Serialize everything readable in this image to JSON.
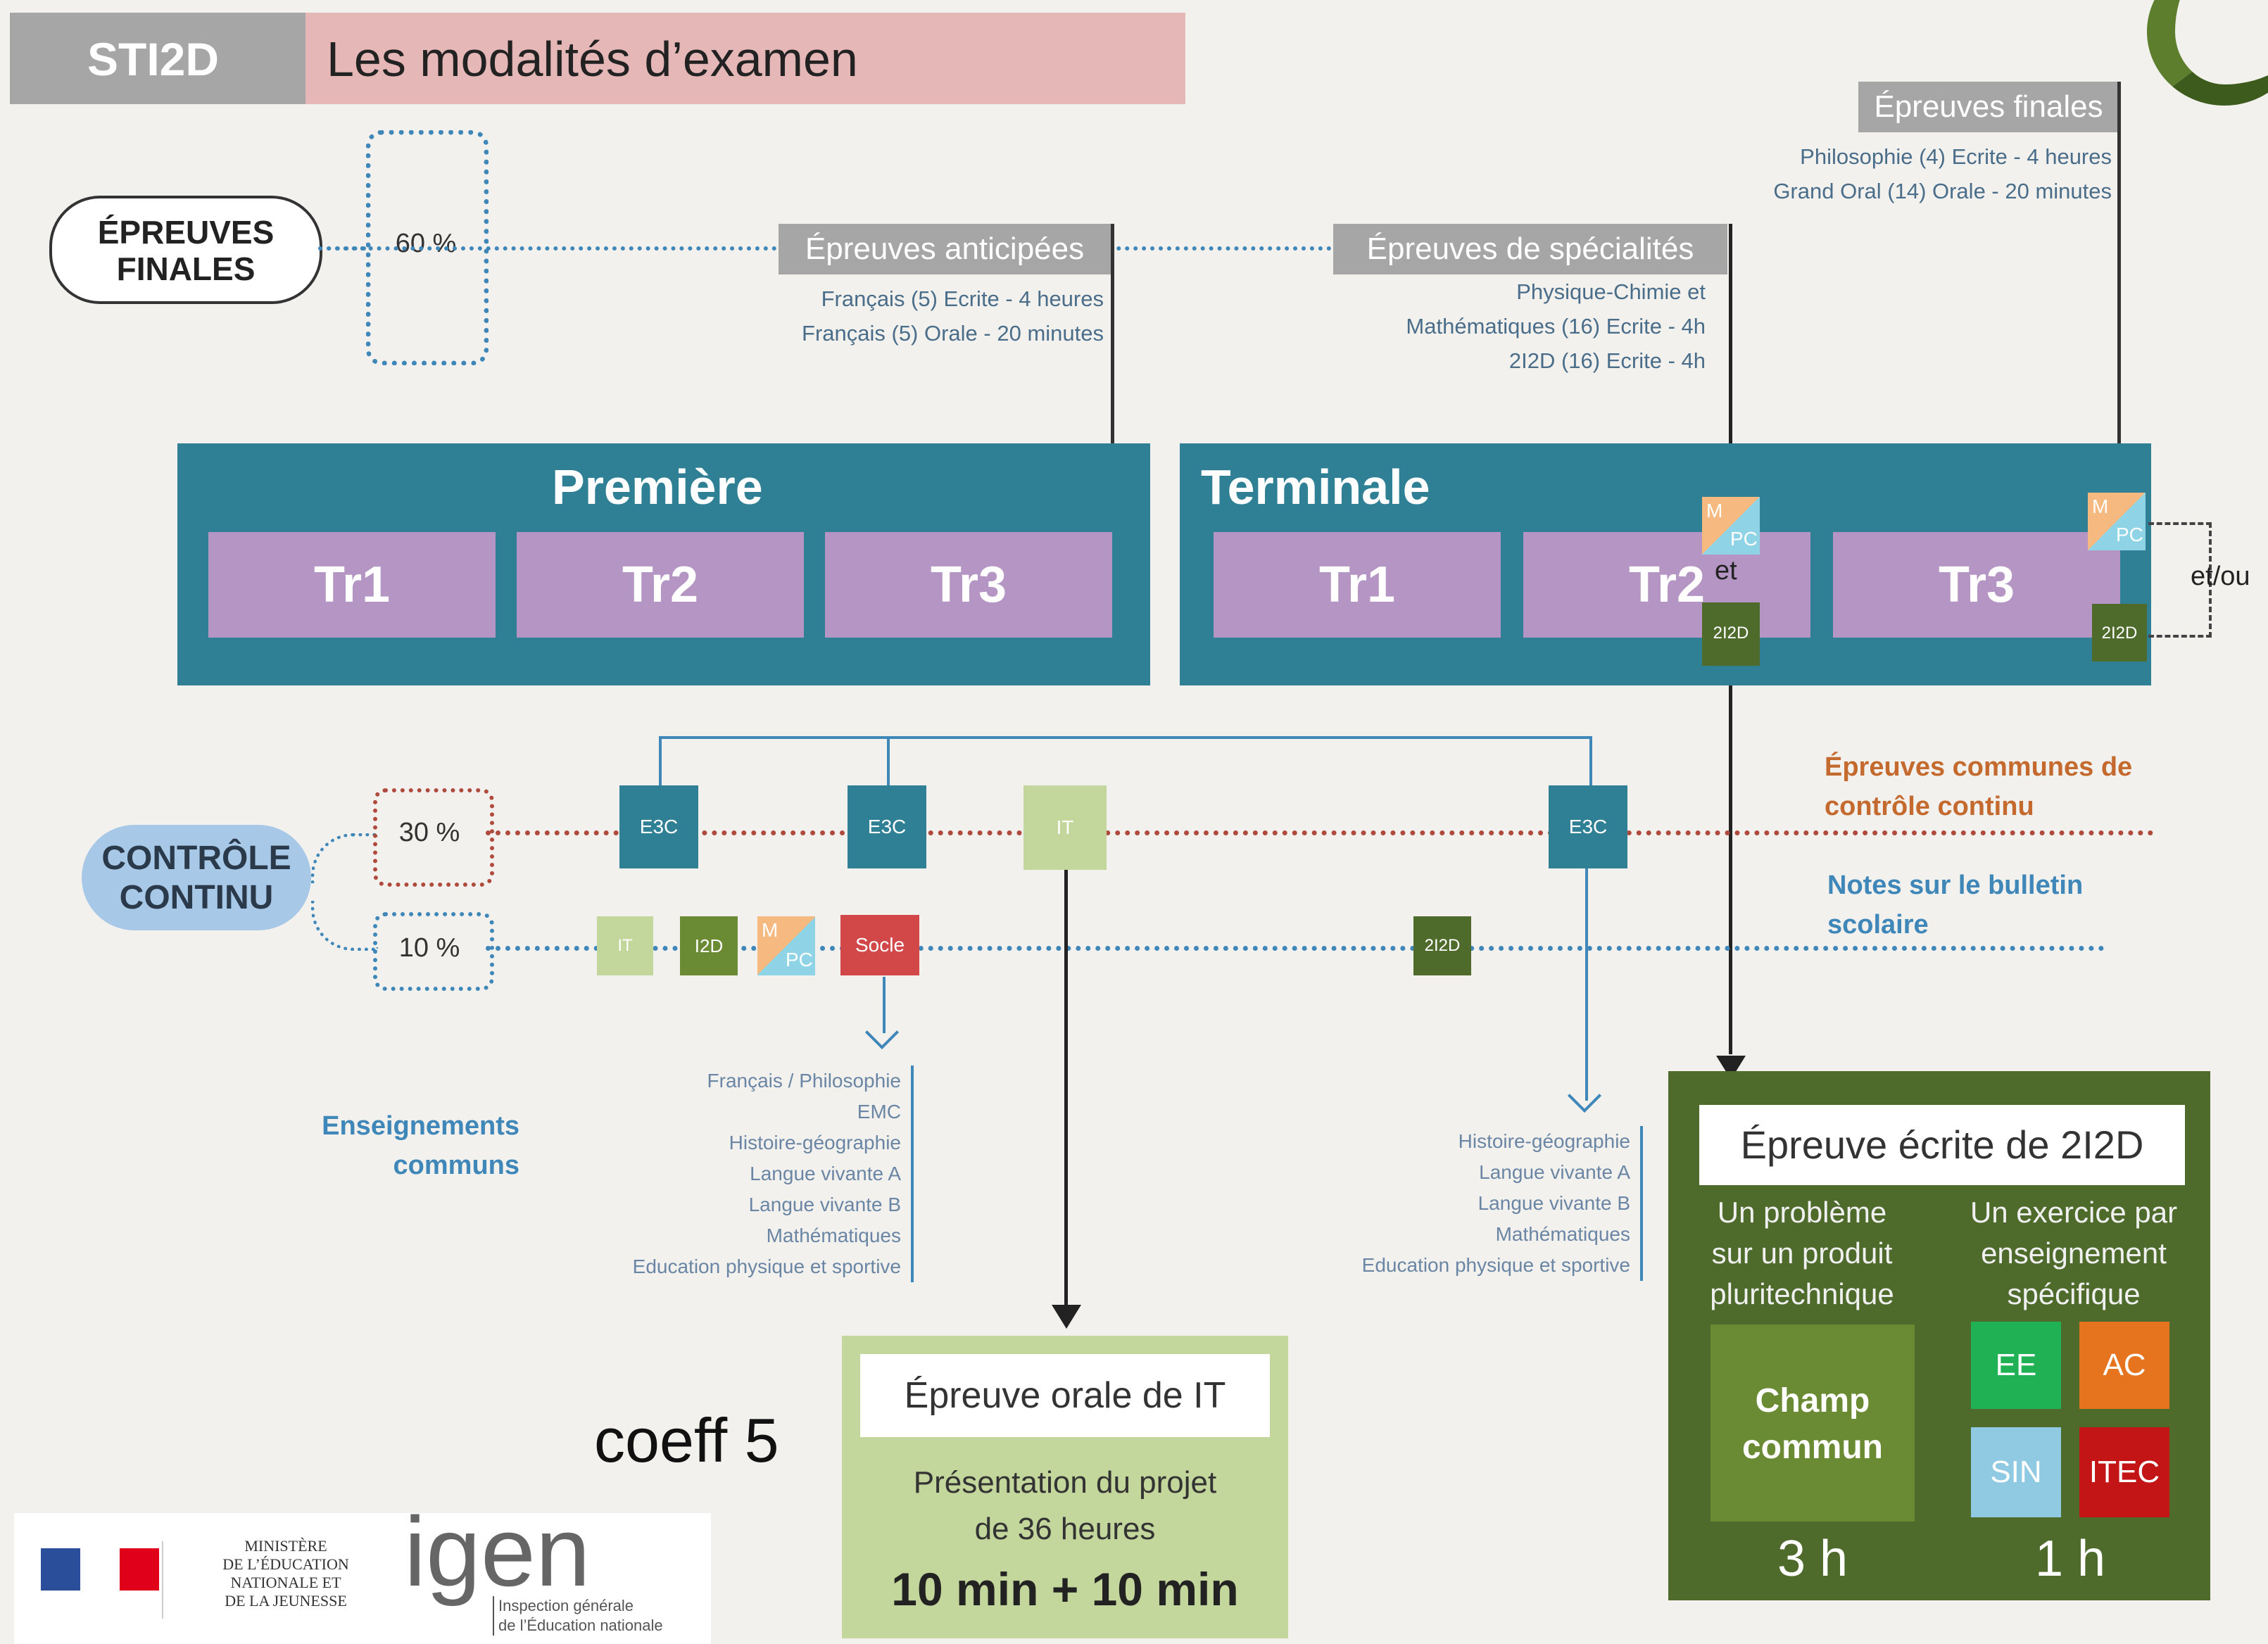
{
  "header": {
    "tag": "STI2D",
    "title": "Les modalités d’examen"
  },
  "epreuves_finales_left": {
    "label_line1": "ÉPREUVES",
    "label_line2": "FINALES",
    "pct": "60 %"
  },
  "anticipees": {
    "title": "Épreuves anticipées",
    "line1": "Français (5) Ecrite - 4 heures",
    "line2": "Français (5) Orale - 20 minutes"
  },
  "specialites": {
    "title": "Épreuves de spécialités",
    "line1": "Physique-Chimie et",
    "line2": "Mathématiques (16) Ecrite - 4h",
    "line3": "2I2D (16) Ecrite - 4h"
  },
  "finales_right": {
    "title": "Épreuves finales",
    "line1": "Philosophie (4) Ecrite - 4 heures",
    "line2": "Grand Oral (14) Orale - 20 minutes"
  },
  "premiere": {
    "title": "Première",
    "tr1": "Tr1",
    "tr2": "Tr2",
    "tr3": "Tr3"
  },
  "terminale": {
    "title": "Terminale",
    "tr1": "Tr1",
    "tr2": "Tr2",
    "tr3": "Tr3"
  },
  "mini_labels": {
    "m": "M",
    "pc": "PC",
    "i2d_term": "2I2D",
    "et": "et",
    "etou": "et/ou"
  },
  "controle": {
    "label_line1": "CONTRÔLE",
    "label_line2": "CONTINU",
    "pct30": "30 %",
    "pct10": "10 %"
  },
  "e3c_label": "E3C",
  "it_label": "IT",
  "i2d_label": "I2D",
  "socle_label": "Socle",
  "i2d2_label": "2I2D",
  "legend": {
    "communes_line1": "Épreuves communes de",
    "communes_line2": "contrôle continu",
    "notes_line1": "Notes sur le bulletin",
    "notes_line2": "scolaire"
  },
  "enseignements": {
    "line1": "Enseignements",
    "line2": "communs"
  },
  "list_left": [
    "Français / Philosophie",
    "EMC",
    "Histoire-géographie",
    "Langue vivante A",
    "Langue vivante B",
    "Mathématiques",
    "Education physique et sportive"
  ],
  "list_right": [
    "Histoire-géographie",
    "Langue vivante A",
    "Langue vivante B",
    "Mathématiques",
    "Education physique et sportive"
  ],
  "oral_it": {
    "title": "Épreuve orale de IT",
    "desc_line1": "Présentation du projet",
    "desc_line2": "de 36 heures",
    "duration": "10 min + 10 min"
  },
  "coeff": "coeff 5",
  "ecrite_2i2d": {
    "title": "Épreuve écrite de 2I2D",
    "left_desc": [
      "Un problème",
      "sur un produit",
      "pluritechnique"
    ],
    "right_desc": [
      "Un exercice par",
      "enseignement",
      "spécifique"
    ],
    "champ_line1": "Champ",
    "champ_line2": "commun",
    "ee": "EE",
    "ac": "AC",
    "sin": "SIN",
    "itec": "ITEC",
    "dur_left": "3 h",
    "dur_right": "1 h"
  },
  "footer": {
    "ministere": [
      "MINISTÈRE",
      "DE L’ÉDUCATION",
      "NATIONALE ET",
      "DE LA JEUNESSE"
    ],
    "igen": "igen",
    "igen_sub1": "Inspection générale",
    "igen_sub2": "de l’Éducation nationale"
  },
  "colors": {
    "teal": "#2f7f95",
    "lilac": "#b495c4",
    "darkgreen": "#4e6b2c",
    "lightgreen": "#c3d69b",
    "red_dot": "#b04a3d",
    "blue_dot": "#3f87b8"
  }
}
